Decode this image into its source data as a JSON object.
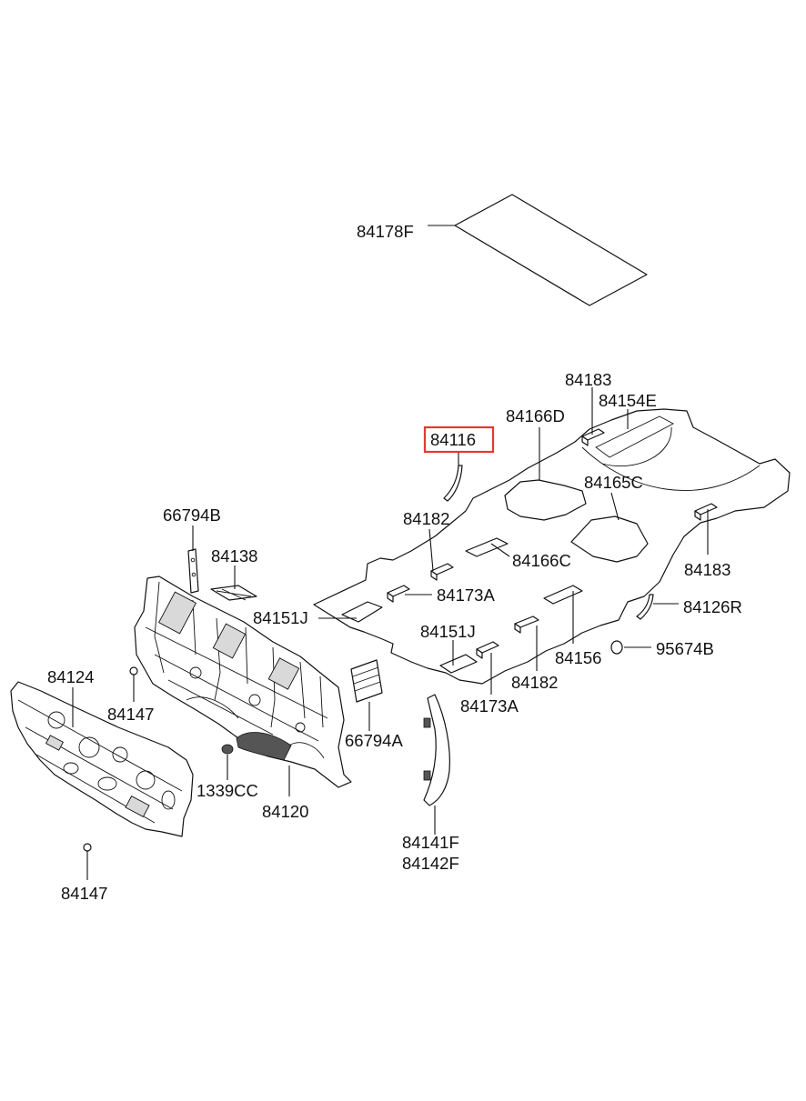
{
  "labels": {
    "p84178F": "84178F",
    "p84183_top": "84183",
    "p84154E": "84154E",
    "p84166D": "84166D",
    "p84116": "84116",
    "p84165C": "84165C",
    "p84182_top": "84182",
    "p84166C": "84166C",
    "p84183_right": "84183",
    "p66794B": "66794B",
    "p84138": "84138",
    "p84173A_top": "84173A",
    "p84126R": "84126R",
    "p84151J_left": "84151J",
    "p84151J_mid": "84151J",
    "p84156": "84156",
    "p95674B": "95674B",
    "p84124": "84124",
    "p84182_bottom": "84182",
    "p84147_mid": "84147",
    "p84173A_bottom": "84173A",
    "p66794A": "66794A",
    "p1339CC": "1339CC",
    "p84120": "84120",
    "p84141F": "84141F",
    "p84142F": "84142F",
    "p84147_bottom": "84147"
  },
  "highlight": {
    "part": "84116",
    "color": "#e53935"
  }
}
